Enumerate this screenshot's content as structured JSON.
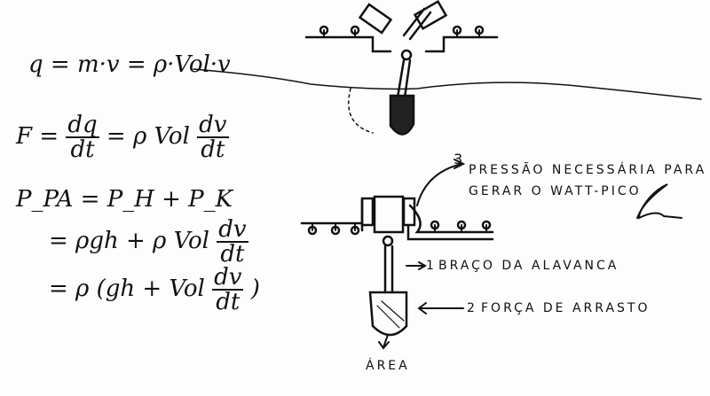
{
  "equations": {
    "momentum": "q = m·v = ρ·Vol·v",
    "force": {
      "lhs": "F =",
      "num1": "dq",
      "den1": "dt",
      "mid": "= ρ Vol",
      "num2": "dv",
      "den2": "dt"
    },
    "pressure_line1": "P_PA = P_H + P_K",
    "pressure_line2": {
      "text": "= ρgh + ρ Vol",
      "num": "dv",
      "den": "dt"
    },
    "pressure_line3": {
      "text": "= ρ (gh + Vol",
      "num": "dv",
      "den": "dt",
      "close": ")"
    }
  },
  "labels": {
    "item3_number": "3",
    "item3_line1": "PRESSÃO NECESSÁRIA PARA",
    "item3_line2": "GERAR O WATT-PICO",
    "item1_number": "1",
    "item1": "BRAÇO DA ALAVANCA",
    "item2_number": "2",
    "item2": "FORÇA DE ARRASTO",
    "area": "ÁREA"
  },
  "signature": "R"
}
